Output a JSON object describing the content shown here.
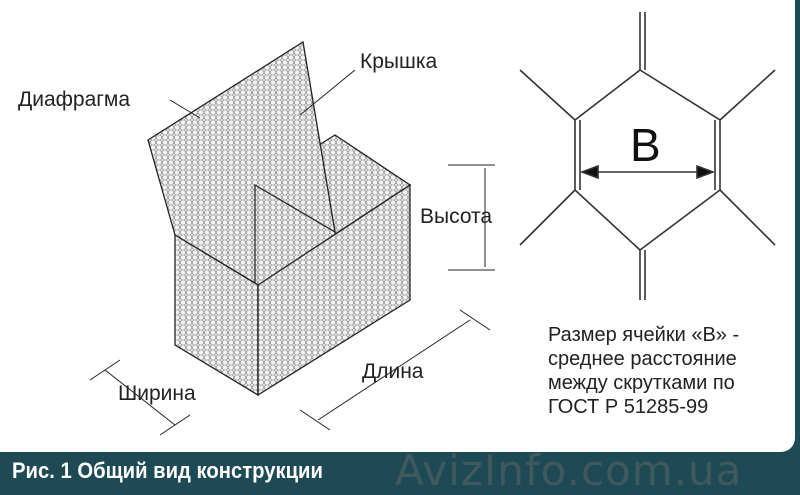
{
  "labels": {
    "diaphragm": "Диафрагма",
    "lid": "Крышка",
    "height": "Высота",
    "length": "Длина",
    "width": "Ширина",
    "cell": "B"
  },
  "note": [
    "Размер ячейки «В» -",
    "среднее расстояние",
    "между скрутками по",
    "ГОСТ Р 51285-99"
  ],
  "caption": "Рис. 1 Общий вид конструкции",
  "watermark": "AvizInfo.com.ua",
  "colors": {
    "footer": "#1d4a55",
    "line": "#222222"
  }
}
